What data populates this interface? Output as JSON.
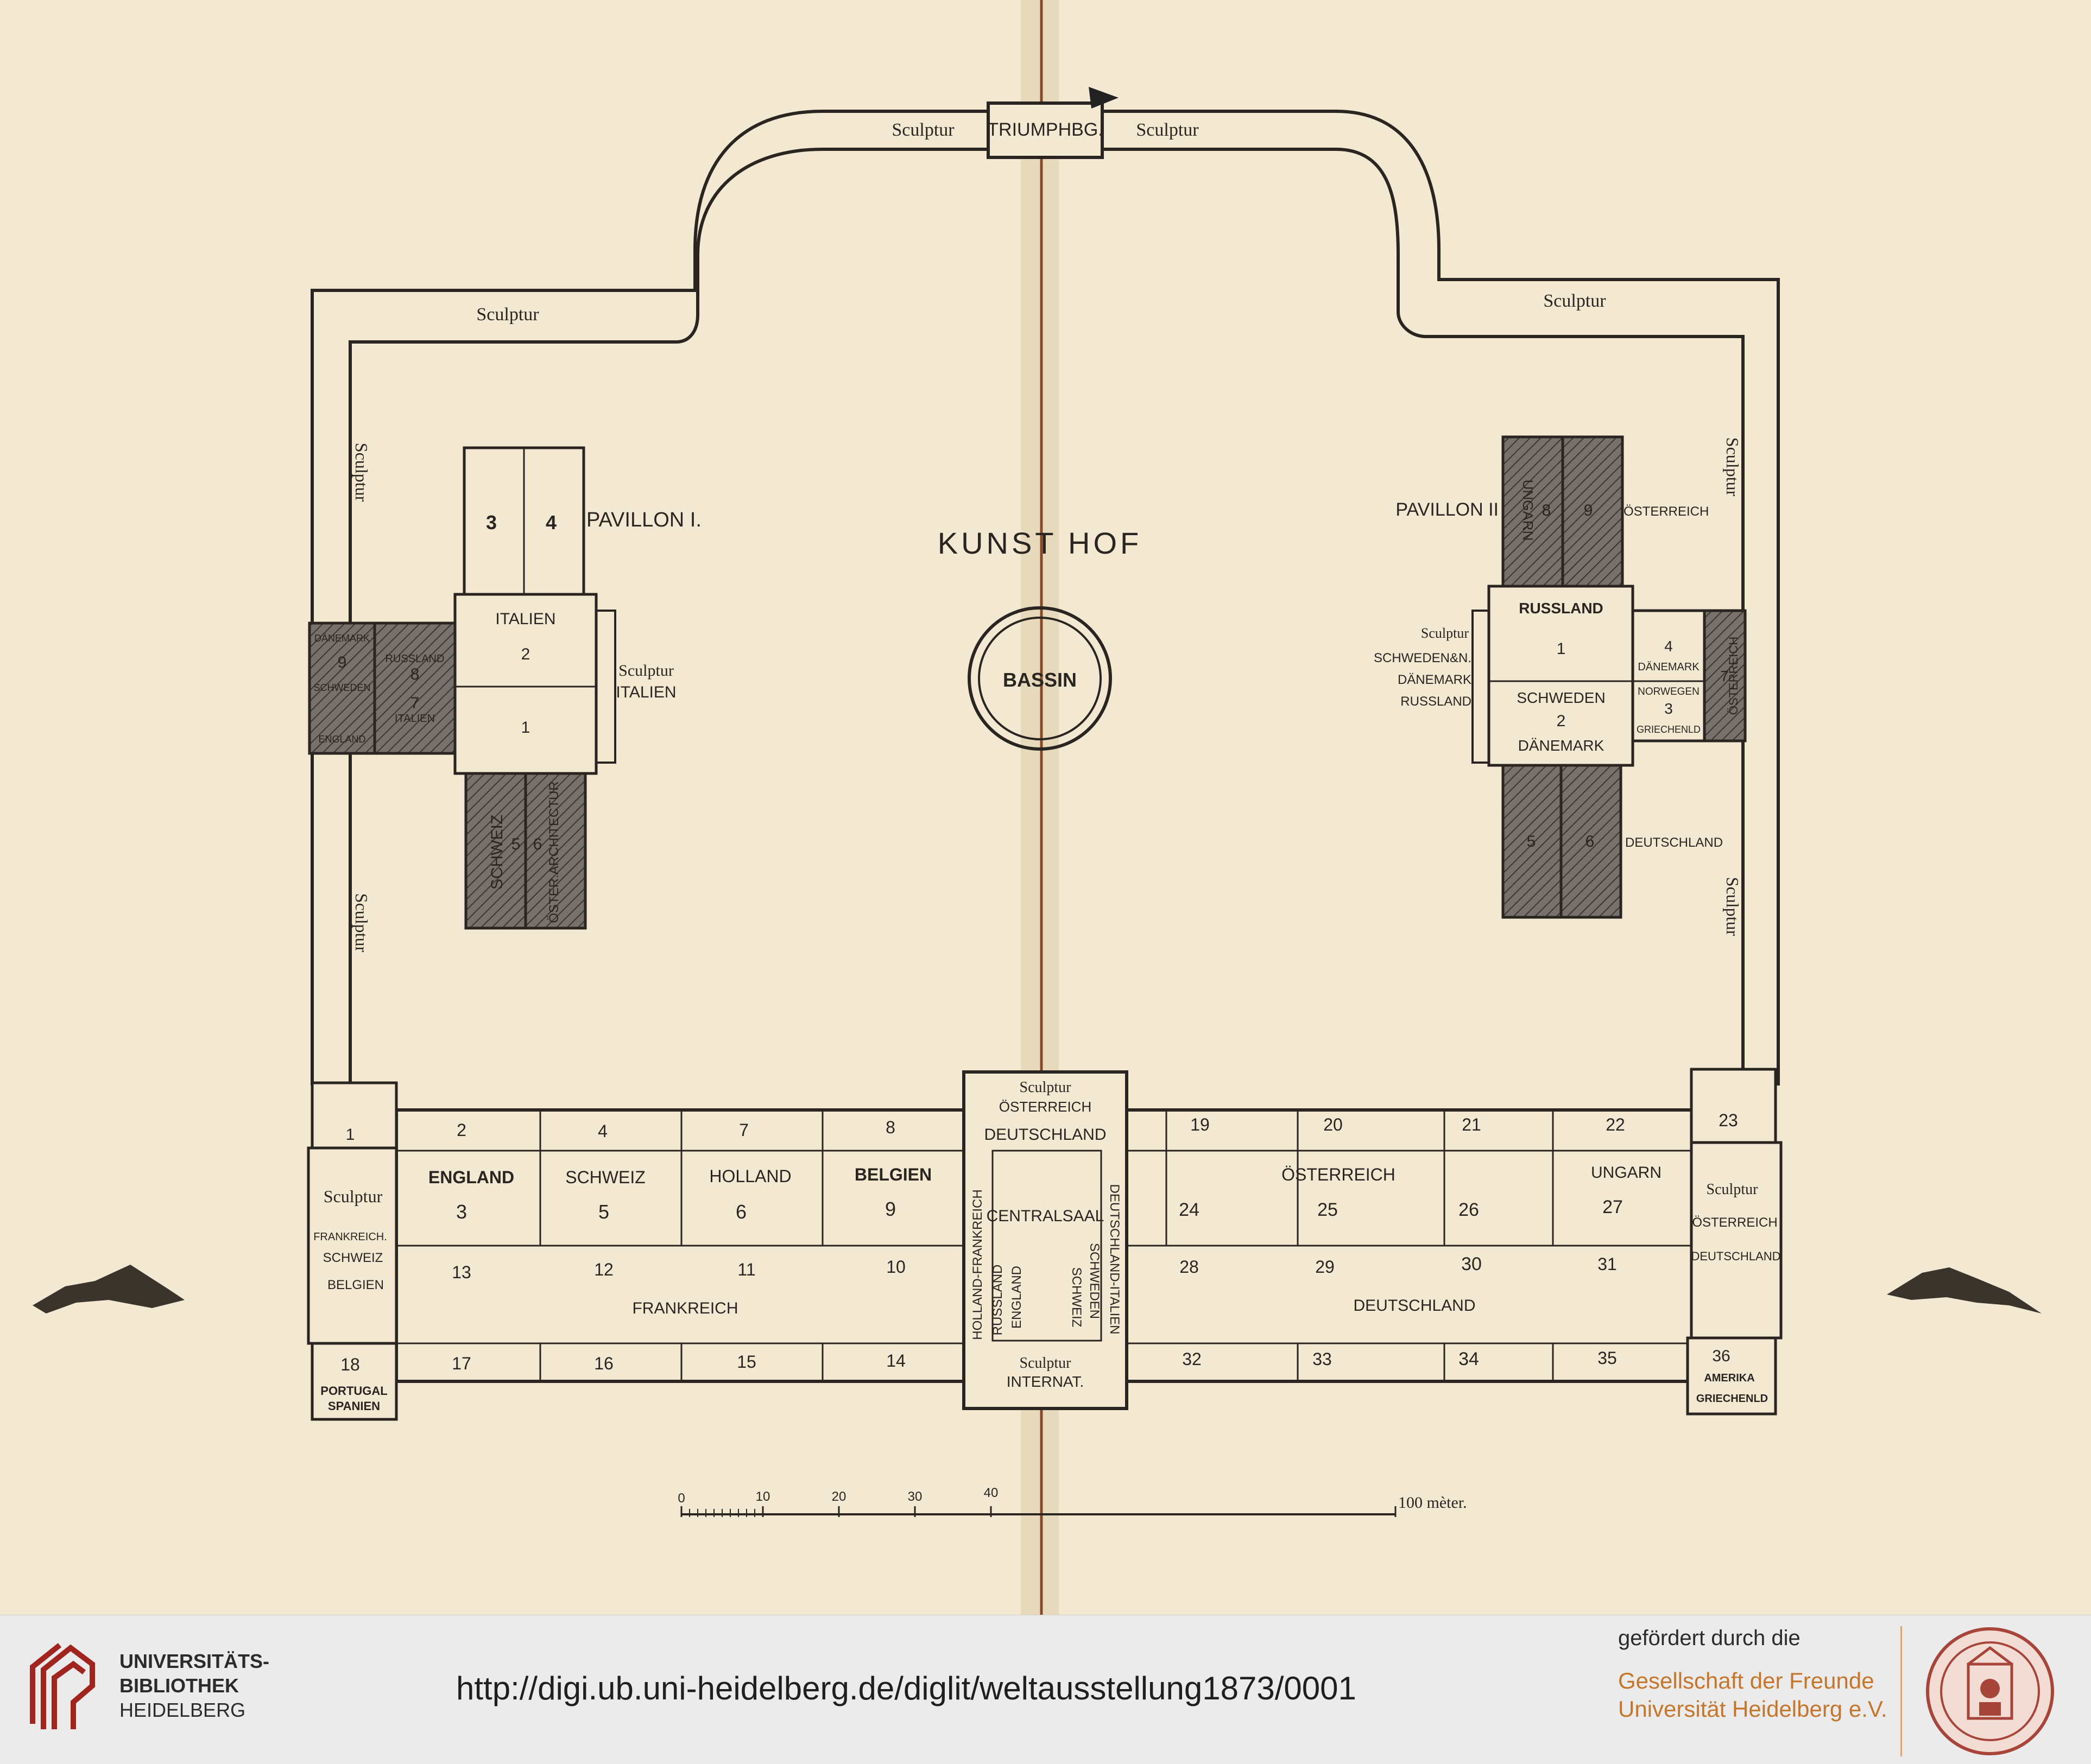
{
  "plan": {
    "title": "KUNST HOF",
    "bassin": "BASSIN",
    "triumph": "TRIUMPHBG.",
    "sculptur": "Sculptur",
    "pav1": {
      "name": "PAVILLON I.",
      "n3": "3",
      "n4": "4",
      "italien": "ITALIEN",
      "n2": "2",
      "n1": "1",
      "sculptur": "Sculptur",
      "sculptur_land": "ITALIEN",
      "daenemark": "DÄNEMARK",
      "n9": "9",
      "schweden": "SCHWEDEN",
      "england": "ENGLAND",
      "russland": "RUSSLAND",
      "n8": "8",
      "n7": "7",
      "italien2": "ITALIEN",
      "schweiz": "SCHWEIZ",
      "n5": "5",
      "n6": "6",
      "oester_arch": "ÖSTER.ARCHITECTUR"
    },
    "pav2": {
      "name": "PAVILLON II",
      "ungarn": "UNGARN",
      "n8": "8",
      "n9": "9",
      "oesterreich": "ÖSTERREICH",
      "russland": "RUSSLAND",
      "n1": "1",
      "schweden": "SCHWEDEN",
      "n2": "2",
      "daenemark": "DÄNEMARK",
      "sculptur": "Sculptur",
      "s_schweden": "SCHWEDEN&N.",
      "s_daenemark": "DÄNEMARK",
      "s_russland": "RUSSLAND",
      "n4": "4",
      "daenemark2": "DÄNEMARK",
      "norwegen": "NORWEGEN",
      "n3": "3",
      "griechenld": "GRIECHENLD",
      "n7": "7",
      "oesterreich2": "ÖSTERREICH",
      "n5": "5",
      "n6": "6",
      "deutschland": "DEUTSCHLAND"
    },
    "building": {
      "top_left_nums": [
        "2",
        "4",
        "7",
        "8"
      ],
      "countries_left": [
        "ENGLAND",
        "SCHWEIZ",
        "HOLLAND",
        "BELGIEN"
      ],
      "nums_left": [
        "3",
        "5",
        "6",
        "9"
      ],
      "mid_left_nums": [
        "13",
        "12",
        "11",
        "10"
      ],
      "bottom_left_nums": [
        "17",
        "16",
        "15",
        "14"
      ],
      "frankreich": "FRANKREICH",
      "top_right_nums": [
        "19",
        "20",
        "21",
        "22"
      ],
      "row_right_nums": [
        "24",
        "25",
        "26",
        "27"
      ],
      "mid_right_nums": [
        "28",
        "29",
        "30",
        "31"
      ],
      "bottom_right_nums": [
        "32",
        "33",
        "34",
        "35"
      ],
      "oesterreich": "ÖSTERREICH",
      "ungarn": "UNGARN",
      "deutschland": "DEUTSCHLAND",
      "corner_tl": "1",
      "corner_bl": "18",
      "portugal": "PORTUGAL",
      "spanien": "SPANIEN",
      "west_sculptur": "Sculptur",
      "west_1": "FRANKREICH.",
      "west_2": "SCHWEIZ",
      "west_3": "BELGIEN",
      "corner_tr": "23",
      "east_sculptur": "Sculptur",
      "east_1": "ÖSTERREICH",
      "east_2": "DEUTSCHLAND",
      "corner_br": "36",
      "amerika": "AMERIKA",
      "griechenld": "GRIECHENLD",
      "central": {
        "top_1": "Sculptur",
        "top_2": "ÖSTERREICH",
        "top_3": "DEUTSCHLAND",
        "title": "CENTRALSAAL",
        "left_1": "HOLLAND-FRANKREICH",
        "left_2": "RUSSLAND",
        "left_3": "ENGLAND",
        "right_1": "DEUTSCHLAND-ITALIEN",
        "right_2": "SCHWEDEN",
        "right_3": "SCHWEIZ",
        "bottom_1": "Sculptur",
        "bottom_2": "INTERNAT."
      }
    },
    "scale": {
      "ticks": [
        "0",
        "10",
        "20",
        "30",
        "40"
      ],
      "end": "100 mèter."
    }
  },
  "footer": {
    "ub_line1": "UNIVERSITÄTS-",
    "ub_line2": "BIBLIOTHEK",
    "ub_line3": "HEIDELBERG",
    "url": "http://digi.ub.uni-heidelberg.de/diglit/weltausstellung1873/0001",
    "foerdert": "gefördert durch die",
    "gesell_1": "Gesellschaft der Freunde",
    "gesell_2": "Universität Heidelberg e.V."
  },
  "colors": {
    "paper": "#f3e9d2",
    "ink": "#2a2520",
    "hatch_fill": "#6f6a63",
    "accent_orange": "#c6762b",
    "seal_red": "#a8453a"
  }
}
